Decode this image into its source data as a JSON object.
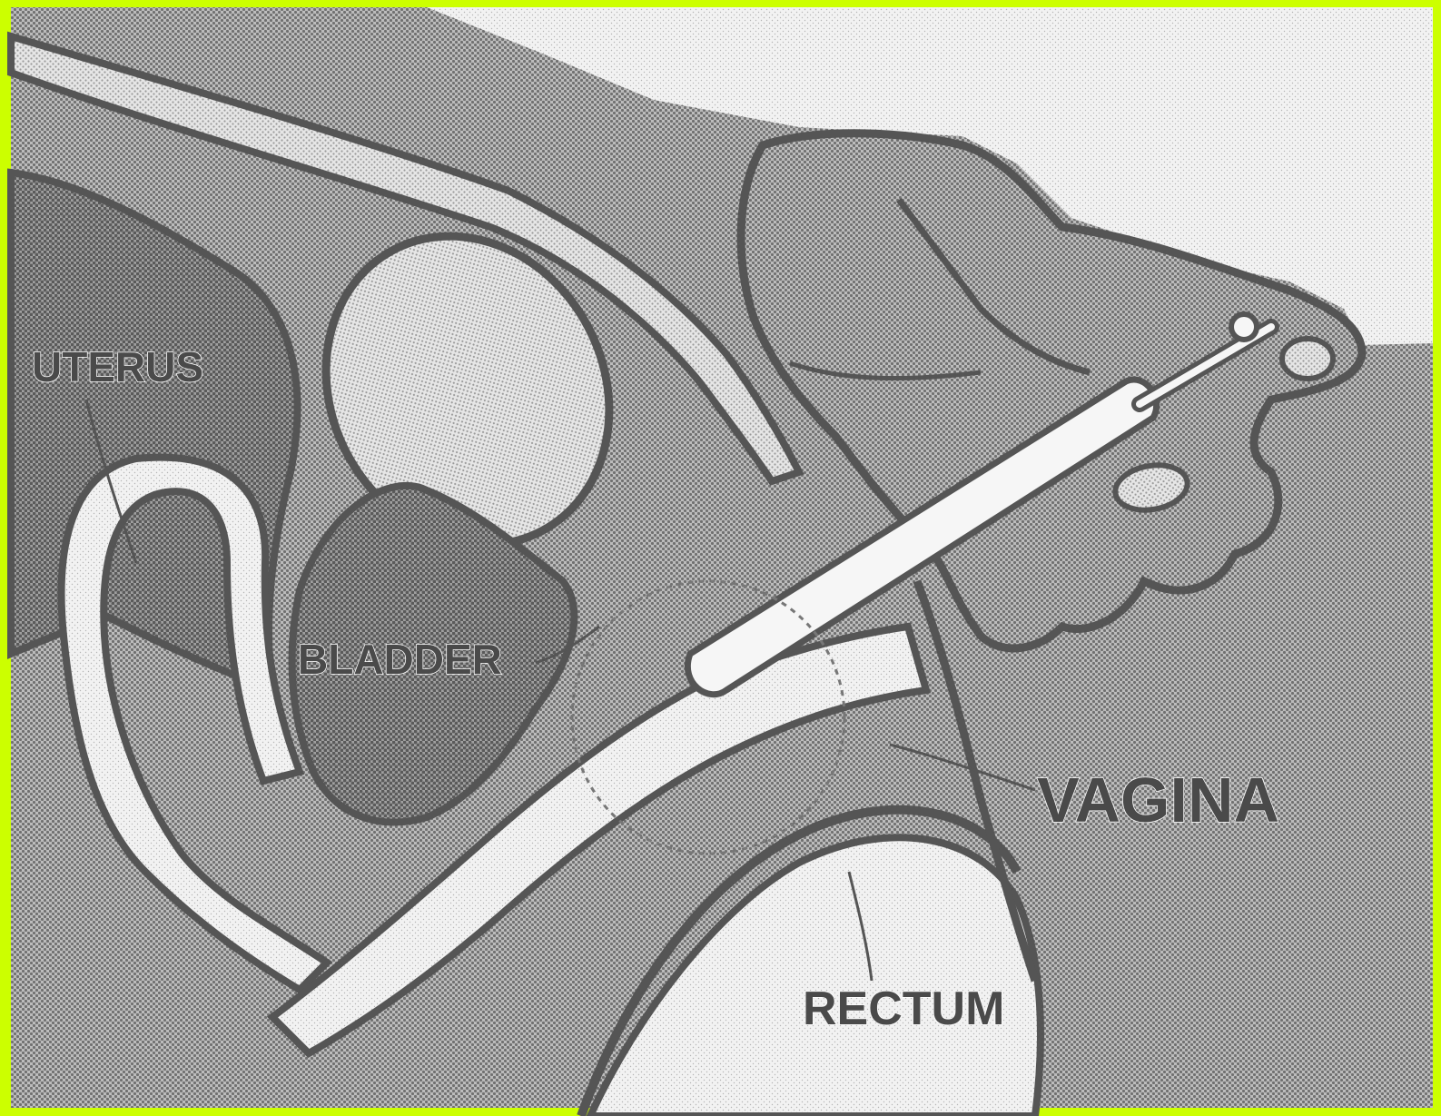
{
  "diagram": {
    "labels": {
      "uterus": "UTERUS",
      "bladder": "BLADDER",
      "vagina": "VAGINA",
      "rectum": "RECTUM"
    },
    "colors": {
      "frame": "#ccff00",
      "outline": "#555555",
      "light_tissue": "#d9d9d9",
      "mid_tissue": "#a3a3a3",
      "dark_tissue": "#8a8a8a",
      "white": "#f4f4f4",
      "label": "#4a4a4a"
    }
  }
}
